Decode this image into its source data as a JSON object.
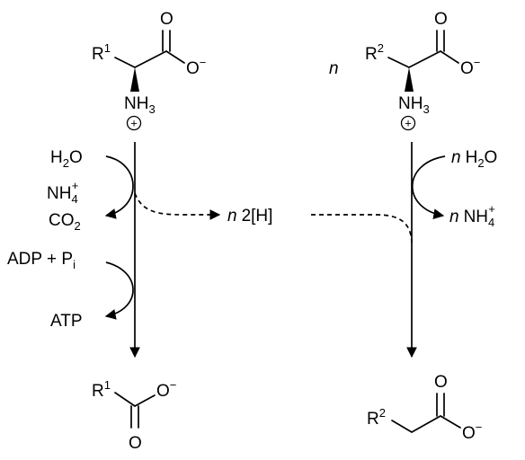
{
  "molecules": {
    "substrate_1": {
      "r": "R",
      "r_index": "1",
      "o_double": "O",
      "o_single": "O",
      "o_charge": "−",
      "n": "NH",
      "n_sub": "3",
      "n_charge": "+"
    },
    "substrate_2": {
      "coefficient": "n",
      "r": "R",
      "r_index": "2",
      "o_double": "O",
      "o_single": "O",
      "o_charge": "−",
      "n": "NH",
      "n_sub": "3",
      "n_charge": "+"
    },
    "product_1": {
      "r": "R",
      "r_index": "1",
      "o_double": "O",
      "o_single": "O",
      "o_charge": "−"
    },
    "product_2": {
      "r": "R",
      "r_index": "2",
      "o_double": "O",
      "o_single": "O",
      "o_charge": "−"
    }
  },
  "left_branch": {
    "water_in": {
      "h": "H",
      "sub": "2",
      "o": "O"
    },
    "ammonium_out": {
      "nh": "NH",
      "sub": "4",
      "sup": "+"
    },
    "co2_out": {
      "co": "CO",
      "sub": "2"
    },
    "adp_in": {
      "text": "ADP + P",
      "sub": "i",
      "color": "#e8141b"
    },
    "atp_out": {
      "text": "ATP",
      "color": "#e8141b"
    }
  },
  "center": {
    "coefficient": "n",
    "text": "2[H]",
    "color": "#1515d6"
  },
  "right_branch": {
    "water_in": {
      "coefficient": "n",
      "h": "H",
      "sub": "2",
      "o": "O"
    },
    "ammonium_out": {
      "coefficient": "n",
      "nh": "NH",
      "sub": "4",
      "sup": "+"
    }
  }
}
